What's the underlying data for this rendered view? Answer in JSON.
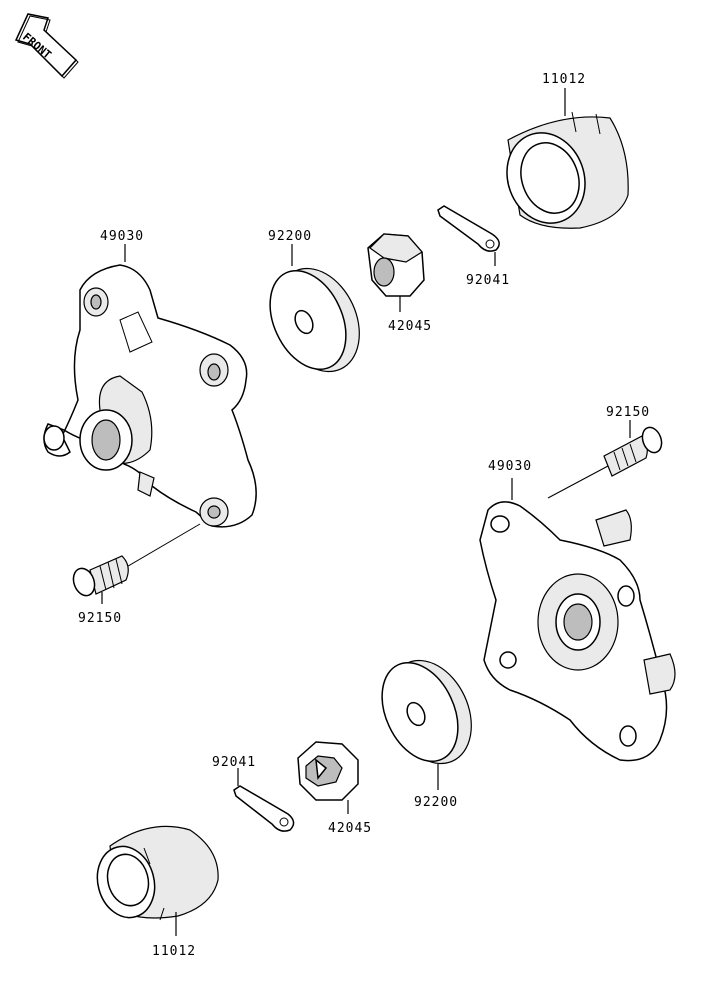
{
  "front_badge": "FRONT",
  "labels": {
    "upper_11012": "11012",
    "upper_49030": "49030",
    "upper_92200": "92200",
    "upper_42045": "42045",
    "upper_92041": "92041",
    "left_92150": "92150",
    "right_92150": "92150",
    "right_49030": "49030",
    "lower_92041": "92041",
    "lower_42045": "42045",
    "lower_92200": "92200",
    "lower_11012": "11012"
  }
}
